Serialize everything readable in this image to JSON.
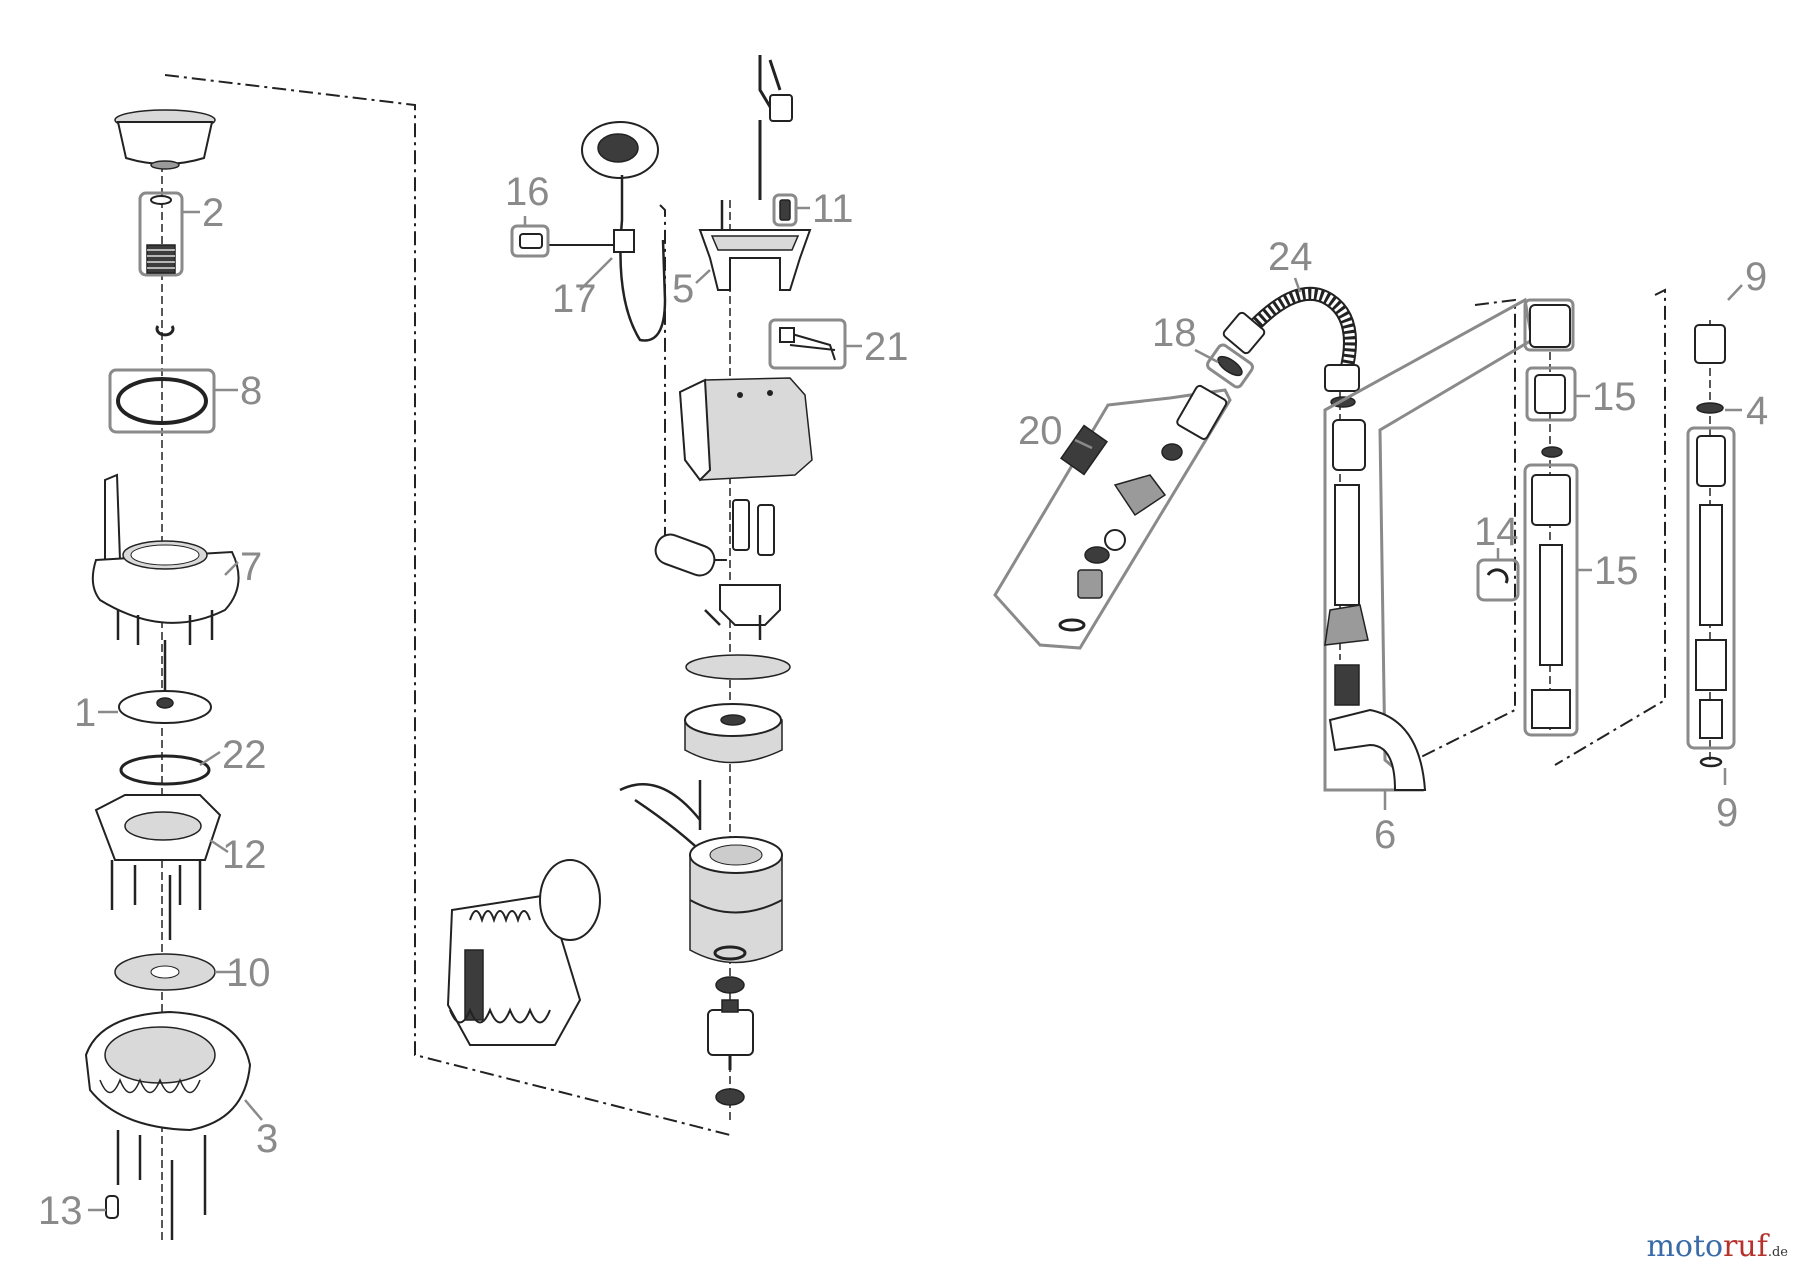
{
  "diagram": {
    "callouts": [
      {
        "id": "p1",
        "text": "1"
      },
      {
        "id": "p2",
        "text": "2"
      },
      {
        "id": "p3",
        "text": "3"
      },
      {
        "id": "p4",
        "text": "4"
      },
      {
        "id": "p5",
        "text": "5"
      },
      {
        "id": "p6",
        "text": "6"
      },
      {
        "id": "p7",
        "text": "7"
      },
      {
        "id": "p8",
        "text": "8"
      },
      {
        "id": "p9a",
        "text": "9"
      },
      {
        "id": "p9b",
        "text": "9"
      },
      {
        "id": "p10",
        "text": "10"
      },
      {
        "id": "p11",
        "text": "11"
      },
      {
        "id": "p12",
        "text": "12"
      },
      {
        "id": "p13",
        "text": "13"
      },
      {
        "id": "p14",
        "text": "14"
      },
      {
        "id": "p15a",
        "text": "15"
      },
      {
        "id": "p15b",
        "text": "15"
      },
      {
        "id": "p16",
        "text": "16"
      },
      {
        "id": "p17",
        "text": "17"
      },
      {
        "id": "p18",
        "text": "18"
      },
      {
        "id": "p20",
        "text": "20"
      },
      {
        "id": "p21",
        "text": "21"
      },
      {
        "id": "p22",
        "text": "22"
      },
      {
        "id": "p24",
        "text": "24"
      }
    ]
  },
  "watermark": {
    "part1": "moto",
    "part2": "ruf",
    "part3": ".de"
  }
}
